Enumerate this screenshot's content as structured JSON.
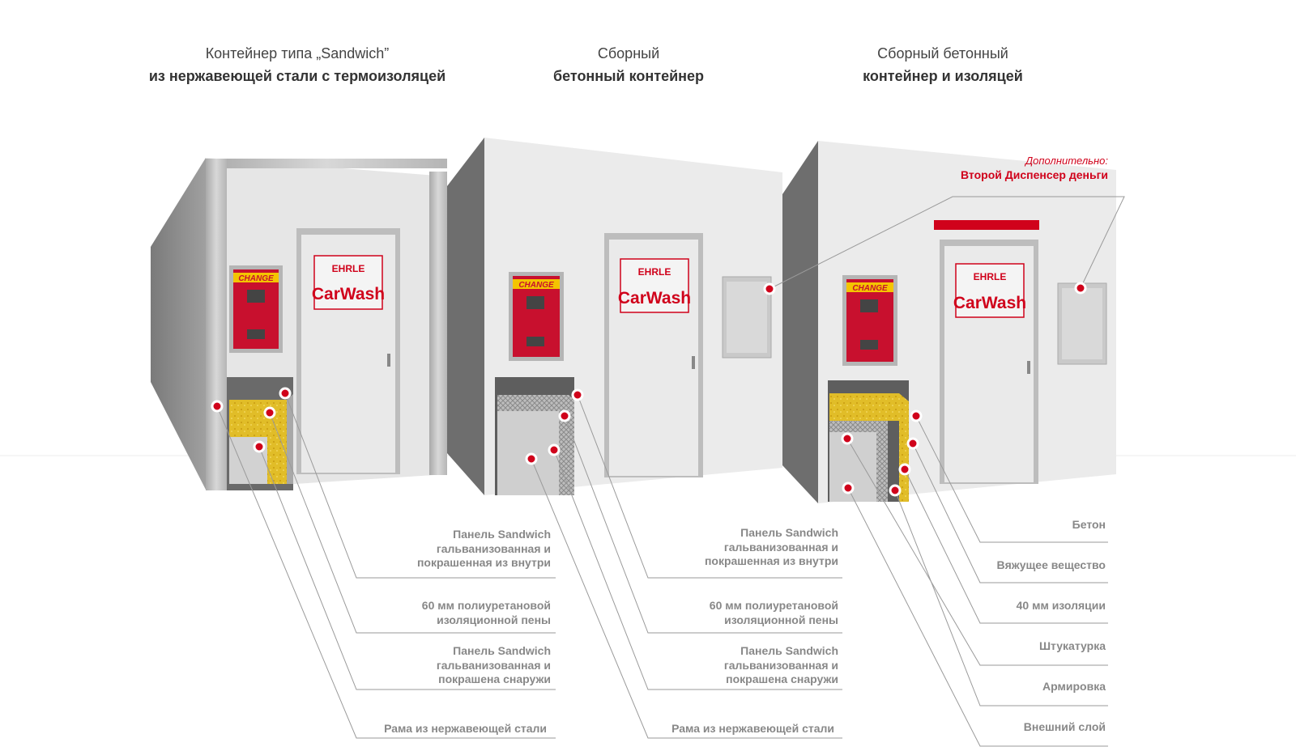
{
  "titles": [
    {
      "line1": "Контейнер типа „Sandwich”",
      "line2": "из нержавеющей стали с термоизоляцей"
    },
    {
      "line1": "Сборный",
      "line2": "бетонный контейнер"
    },
    {
      "line1": "Сборный бетонный",
      "line2": "контейнер и изоляцей"
    }
  ],
  "door_sign": {
    "brand": "EHRLE",
    "text": "CarWash"
  },
  "machine_badge": "CHANGE",
  "extra_option": {
    "label": "Дополнительно:",
    "value": "Второй Диспенсер деньги"
  },
  "labels_col1": [
    {
      "line1": "Панель Sandwich",
      "line2": "гальванизованная и",
      "line3": "покрашенная из внутри"
    },
    {
      "line1": "60 мм полиуретановой",
      "line2": "изоляционной пены",
      "line3": ""
    },
    {
      "line1": "Панель Sandwich",
      "line2": "гальванизованная и",
      "line3": "покрашена снаружи"
    },
    {
      "line1": "Рама из нержавеющей стали",
      "line2": "",
      "line3": ""
    }
  ],
  "labels_col2": [
    {
      "line1": "Панель Sandwich",
      "line2": "гальванизованная и",
      "line3": "покрашенная из внутри"
    },
    {
      "line1": "60 мм полиуретановой",
      "line2": "изоляционной пены",
      "line3": ""
    },
    {
      "line1": "Панель Sandwich",
      "line2": "гальванизованная и",
      "line3": "покрашена снаружи"
    },
    {
      "line1": "Рама из нержавеющей стали",
      "line2": "",
      "line3": ""
    }
  ],
  "labels_col3": [
    "Бетон",
    "Вяжущее вещество",
    "40 мм изоляции",
    "Штукатурка",
    "Армировка",
    "Внешний слой"
  ],
  "colors": {
    "accent": "#d0021b",
    "machine": "#c8102e",
    "line": "#999999",
    "wall": "#eeeeee"
  }
}
